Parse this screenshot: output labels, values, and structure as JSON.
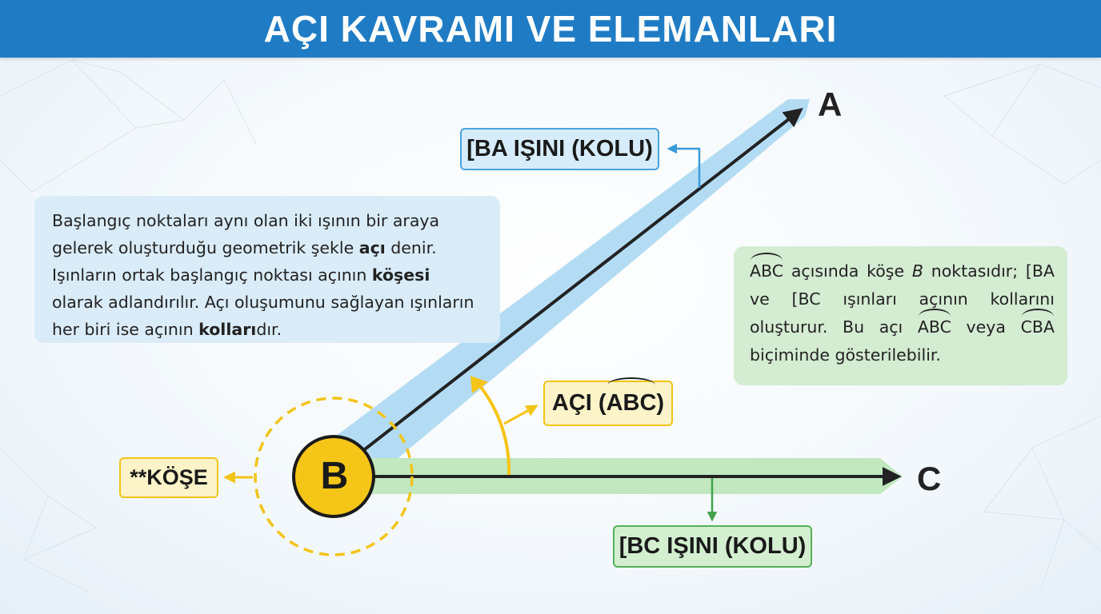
{
  "header": {
    "title": "AÇI KAVRAMI VE ELEMANLARI"
  },
  "points": {
    "a": "A",
    "b": "B",
    "c": "C"
  },
  "tags": {
    "ba_ray": "[BA IŞINI (KOLU)",
    "bc_ray": "[BC IŞINI (KOLU)",
    "angle_prefix": "AÇI (",
    "angle_hat": "ABC",
    "angle_suffix": ")",
    "vertex": "**KÖŞE"
  },
  "definition": {
    "t1": "Başlangıç noktaları aynı olan iki ışının bir araya gelerek oluşturduğu geometrik şekle ",
    "b1": "açı",
    "t2": " denir. Işınların ortak başlangıç noktası açının ",
    "b2": "köşesi",
    "t3": " olarak adlandırılır. Açı oluşumunu sağlayan ışınların her biri ise açının ",
    "b3": "kolları",
    "t4": "dır."
  },
  "notation": {
    "hat1": "ABC",
    "t1": " açısında köşe ",
    "vertex": "B",
    "t2": " noktasıdır; [BA ve [BC ışınları açının kollarını oluşturur. Bu açı ",
    "hat2": "ABC",
    "t3": " veya ",
    "hat3": "CBA",
    "t4": " biçiminde gösterilebilir."
  },
  "colors": {
    "header": "#1f7cc4",
    "ray_ba_band": "#b3dcf4",
    "ray_bc_band": "#c1e8bf",
    "accent_yellow": "#f5c518",
    "blue_border": "#4aa3dc",
    "green_border": "#55b05a"
  }
}
